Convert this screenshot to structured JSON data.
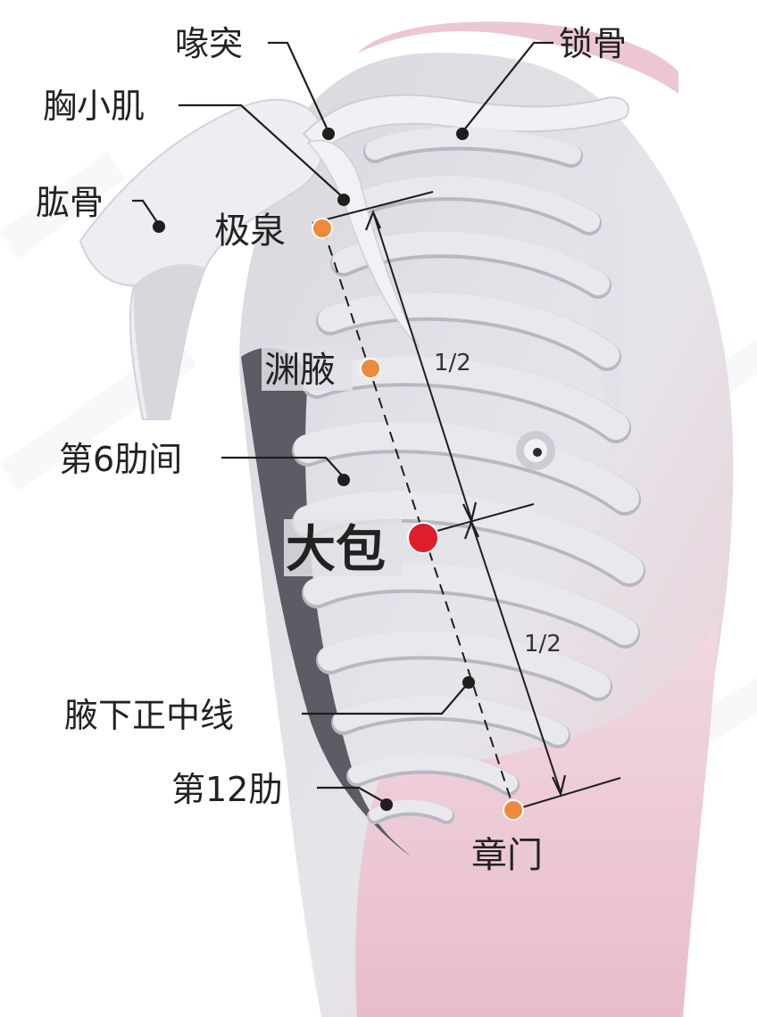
{
  "labels": {
    "coracoid": "喙突",
    "clavicle": "锁骨",
    "pectoralis_minor": "胸小肌",
    "humerus": "肱骨",
    "rib6_space": "第6肋间",
    "mid_axillary_line": "腋下正中线",
    "rib12": "第12肋"
  },
  "points": {
    "jiquan": "极泉",
    "yuanye": "渊腋",
    "dabao": "大包",
    "zhangmen": "章门"
  },
  "ratios": {
    "upper": "1/2",
    "lower": "1/2"
  },
  "colors": {
    "acupoint": "#ee8a3c",
    "main_point": "#e01d2b",
    "skin_pink": "#ecc6d2",
    "bone": "#efeef2"
  }
}
